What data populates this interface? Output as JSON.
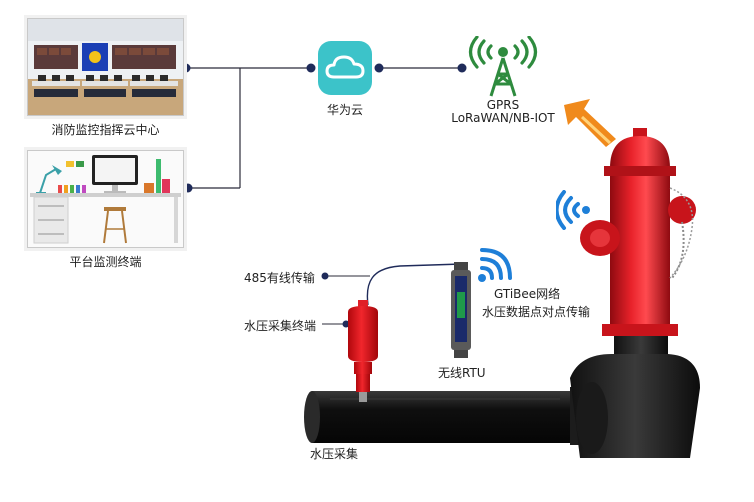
{
  "command_center": {
    "label": "消防监控指挥云中心"
  },
  "platform_terminal": {
    "label": "平台监测终端"
  },
  "cloud": {
    "label": "华为云"
  },
  "network": {
    "label_line1": "GPRS",
    "label_line2": "LoRaWAN/NB-IOT"
  },
  "cable": {
    "label": "485有线传输"
  },
  "pressure_terminal": {
    "label": "水压采集终端"
  },
  "rtu": {
    "label": "无线RTU"
  },
  "gtibee": {
    "label_line1": "GTiBee网络",
    "label_line2": "水压数据点对点传输"
  },
  "pipe": {
    "label": "水压采集"
  },
  "colors": {
    "line": "#2b2b3a",
    "node": "#1f2b5a",
    "cloud_bg": "#3cc3c9",
    "antenna_green": "#2e8b3e",
    "wifi_blue": "#1e7fd8",
    "hydrant_red": "#d8141c",
    "arrow_orange": "#f08a1c"
  }
}
